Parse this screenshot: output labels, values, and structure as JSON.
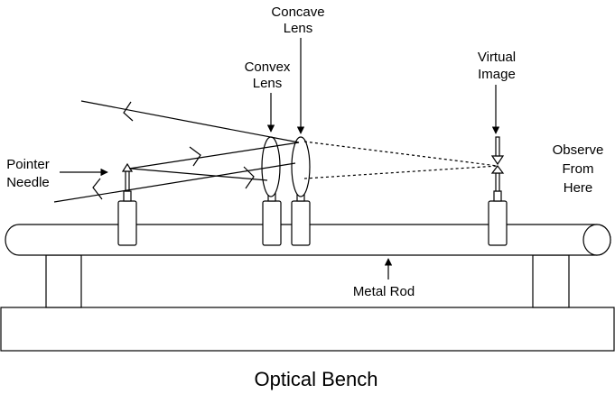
{
  "labels": {
    "concave_line1": "Concave",
    "concave_line2": "Lens",
    "convex_line1": "Convex",
    "convex_line2": "Lens",
    "virtual_line1": "Virtual",
    "virtual_line2": "Image",
    "pointer_line1": "Pointer",
    "pointer_line2": "Needle",
    "observe_line1": "Observe",
    "observe_line2": "From",
    "observe_line3": "Here",
    "metal_rod": "Metal Rod"
  },
  "title": "Optical Bench",
  "colors": {
    "stroke": "#000000",
    "background": "#ffffff"
  }
}
